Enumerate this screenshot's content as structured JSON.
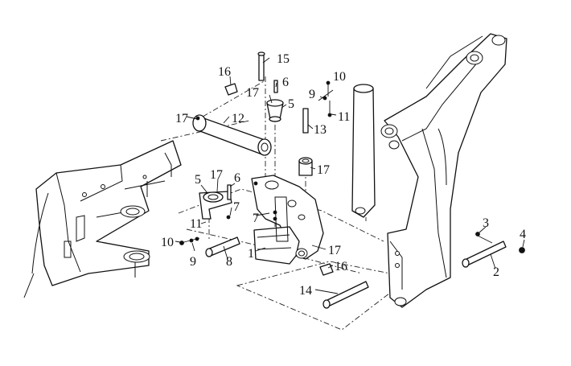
{
  "diagram": {
    "callouts": {
      "c1": "1",
      "c2": "2",
      "c3": "3",
      "c4": "4",
      "c5a": "5",
      "c5b": "5",
      "c6a": "6",
      "c6b": "6",
      "c7a": "7",
      "c7b": "7",
      "c8": "8",
      "c9a": "9",
      "c9b": "9",
      "c10a": "10",
      "c10b": "10",
      "c11a": "11",
      "c11b": "11",
      "c12": "12",
      "c13": "13",
      "c14": "14",
      "c15": "15",
      "c16a": "16",
      "c16b": "16",
      "c17a": "17",
      "c17b": "17",
      "c17c": "17",
      "c17d": "17",
      "c17e": "17"
    }
  }
}
